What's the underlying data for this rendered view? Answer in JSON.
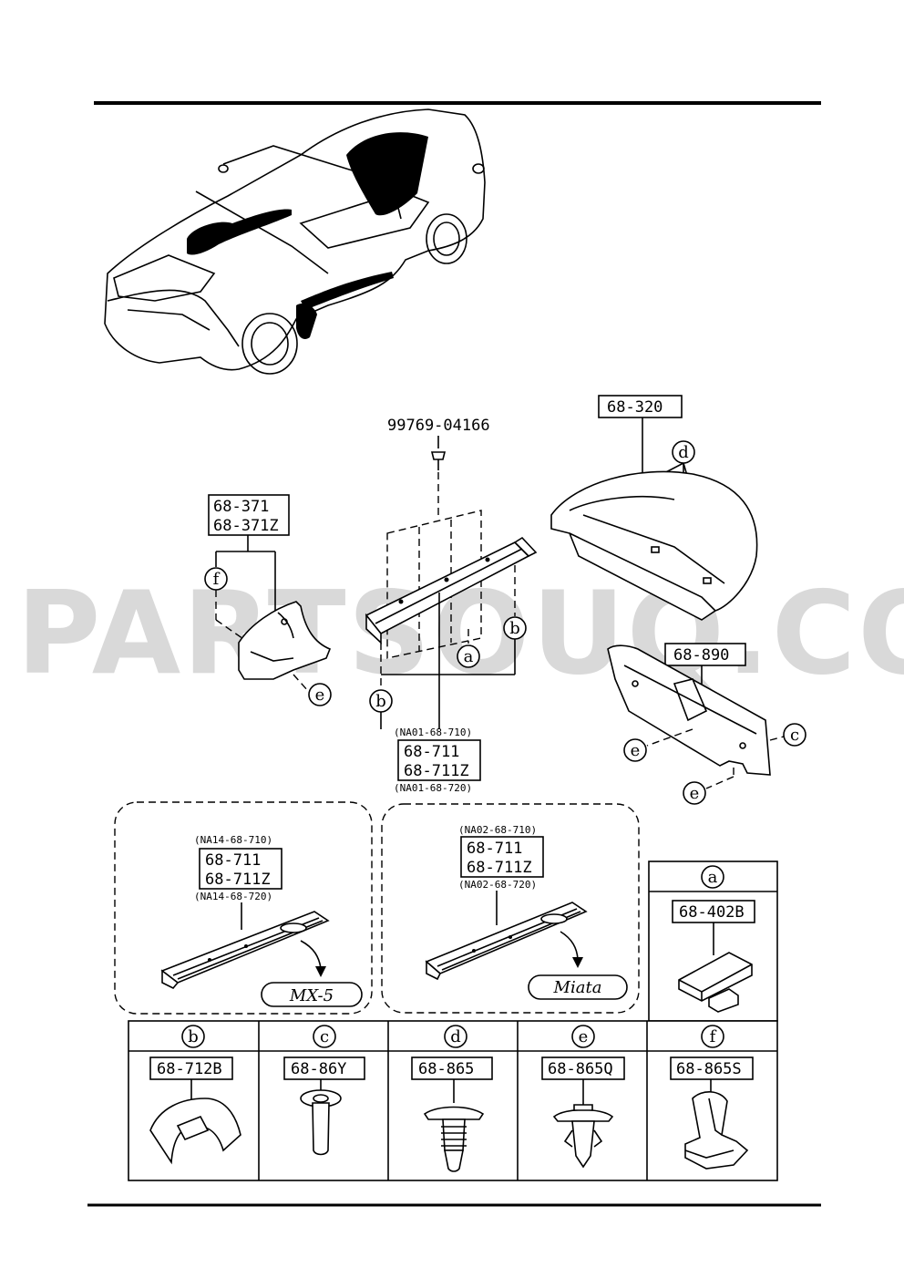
{
  "watermark": "PARTSOUQ.COM",
  "main_parts": {
    "bolt": "99769-04166",
    "carpet_trunk": "68-320",
    "trim_left_1": "68-371",
    "trim_left_2": "68-371Z",
    "trunk_panel": "68-890",
    "sill_plate_1": "68-711",
    "sill_plate_2": "68-711Z",
    "sill_top_note": "(NA01-68-710)",
    "sill_bottom_note": "(NA01-68-720)"
  },
  "variant_left": {
    "top_note": "(NA14-68-710)",
    "part_1": "68-711",
    "part_2": "68-711Z",
    "bottom_note": "(NA14-68-720)",
    "emblem": "MX-5"
  },
  "variant_right": {
    "top_note": "(NA02-68-710)",
    "part_1": "68-711",
    "part_2": "68-711Z",
    "bottom_note": "(NA02-68-720)",
    "emblem": "Miata"
  },
  "callouts": [
    "a",
    "b",
    "c",
    "d",
    "e",
    "f"
  ],
  "fasteners": [
    {
      "key": "a",
      "part": "68-402B"
    },
    {
      "key": "b",
      "part": "68-712B"
    },
    {
      "key": "c",
      "part": "68-86Y"
    },
    {
      "key": "d",
      "part": "68-865"
    },
    {
      "key": "e",
      "part": "68-865Q"
    },
    {
      "key": "f",
      "part": "68-865S"
    }
  ]
}
